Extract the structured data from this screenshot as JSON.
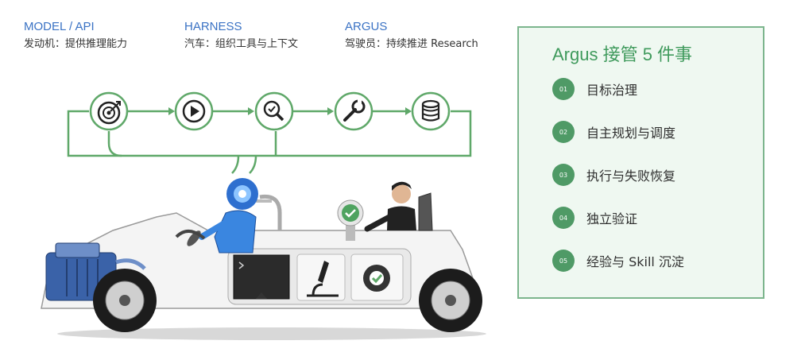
{
  "header": {
    "columns": [
      {
        "title": "MODEL / API",
        "subtitle": "发动机：提供推理能力"
      },
      {
        "title": "HARNESS",
        "subtitle": "汽车：组织工具与上下文"
      },
      {
        "title": "ARGUS",
        "subtitle": "驾驶员：持续推进 Research"
      }
    ]
  },
  "panel": {
    "title": "Argus 接管 5 件事",
    "steps": [
      {
        "num": "01",
        "label": "目标治理"
      },
      {
        "num": "02",
        "label": "自主规划与调度"
      },
      {
        "num": "03",
        "label": "执行与失败恢复"
      },
      {
        "num": "04",
        "label": "独立验证"
      },
      {
        "num": "05",
        "label": "经验与 Skill 沉淀"
      }
    ]
  },
  "illustration": {
    "loop_icons": [
      "target-icon",
      "play-icon",
      "search-icon",
      "wrench-icon",
      "database-icon"
    ],
    "colors": {
      "loop": "#5fa869",
      "robot": "#3a86e0",
      "car_body": "#f2f2f2",
      "engine": "#3a62a8"
    }
  }
}
